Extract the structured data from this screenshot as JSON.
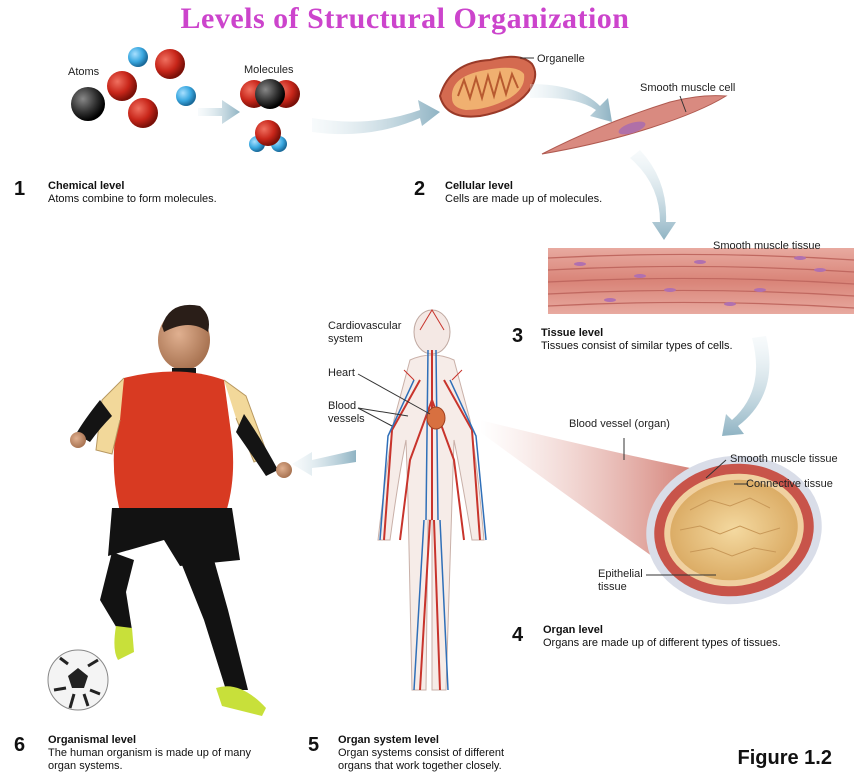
{
  "title": "Levels of Structural Organization",
  "figure_label": "Figure 1.2",
  "labels": {
    "atoms": "Atoms",
    "molecules": "Molecules",
    "organelle": "Organelle",
    "smooth_muscle_cell": "Smooth muscle cell",
    "smooth_muscle_tissue_top": "Smooth muscle tissue",
    "cardiovascular_system": "Cardiovascular system",
    "heart": "Heart",
    "blood_vessels": "Blood vessels",
    "blood_vessel_organ": "Blood vessel (organ)",
    "smooth_muscle_tissue": "Smooth muscle tissue",
    "connective_tissue": "Connective tissue",
    "epithelial_tissue": "Epithelial tissue"
  },
  "levels": [
    {
      "number": "1",
      "heading": "Chemical level",
      "text": "Atoms combine to form molecules."
    },
    {
      "number": "2",
      "heading": "Cellular level",
      "text": "Cells are made up of molecules."
    },
    {
      "number": "3",
      "heading": "Tissue level",
      "text": "Tissues consist of similar types of cells."
    },
    {
      "number": "4",
      "heading": "Organ level",
      "text": "Organs are made up of different types of tissues."
    },
    {
      "number": "5",
      "heading": "Organ system level",
      "text": "Organ systems consist of different organs that work together closely."
    },
    {
      "number": "6",
      "heading": "Organismal level",
      "text": "The human organism is made up of many organ systems."
    }
  ],
  "colors": {
    "title": "#cc44cc",
    "arrow": "#9fbfcc",
    "atom_red": "#cc2418",
    "atom_blue": "#3aa8e0",
    "atom_black": "#222222",
    "muscle": "#d98a80",
    "vessel_red": "#c8342c",
    "vessel_blue": "#2f6fb8"
  }
}
